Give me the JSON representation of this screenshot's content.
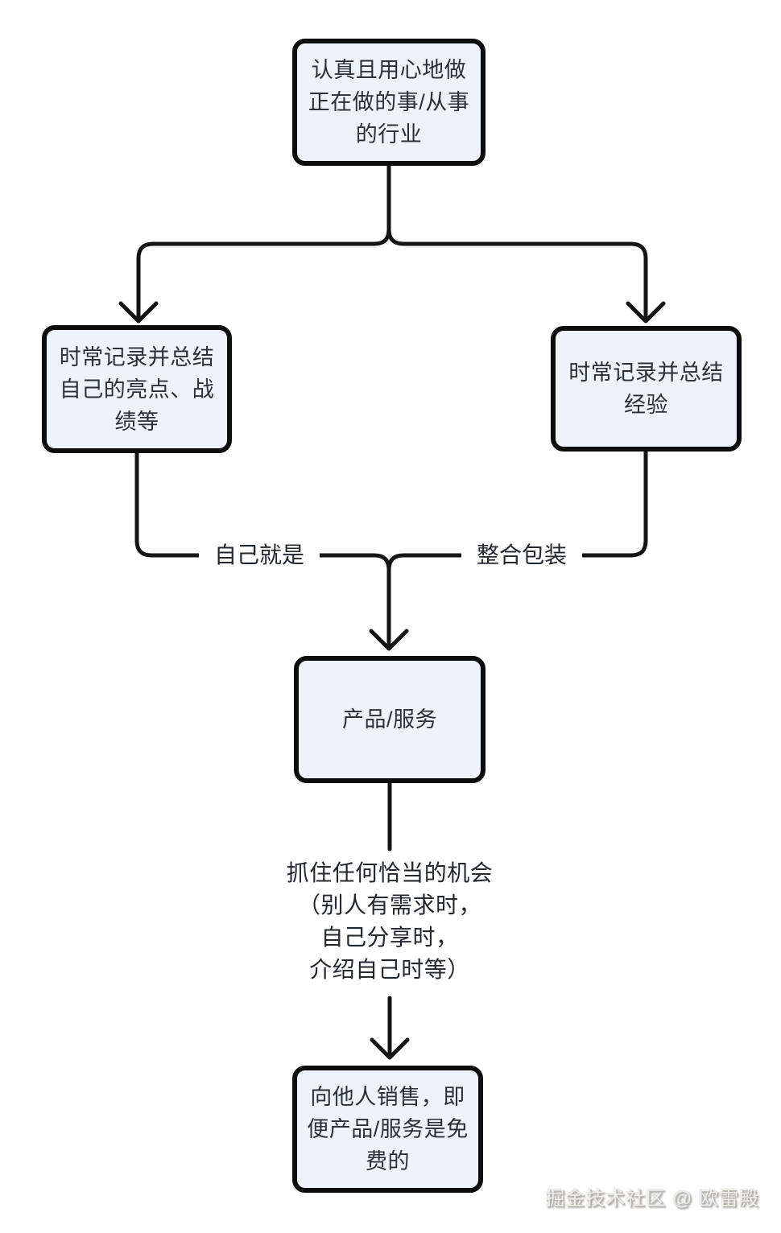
{
  "nodes": {
    "top": {
      "lines": [
        "认真且用心地做",
        "正在做的事/从事",
        "的行业"
      ]
    },
    "record_self": {
      "lines": [
        "时常记录并总结",
        "自己的亮点、战",
        "绩等"
      ]
    },
    "record_experience": {
      "lines": [
        "时常记录并总结",
        "经验"
      ]
    },
    "product": {
      "lines": [
        "产品/服务"
      ]
    },
    "sell": {
      "lines": [
        "向他人销售，即",
        "便产品/服务是免",
        "费的"
      ]
    }
  },
  "edge_labels": {
    "left": "自己就是",
    "right": "整合包装"
  },
  "note": {
    "lines": [
      "抓住任何恰当的机会",
      "（别人有需求时，",
      "自己分享时，",
      "介绍自己时等）"
    ]
  },
  "watermark": {
    "text": "掘金技术社区 @ 欧雷殿"
  },
  "colors": {
    "node_fill": "#eef2fa",
    "node_border": "#0d0d0d",
    "line": "#141414",
    "text": "#2b3038",
    "label_text": "#23272e"
  }
}
